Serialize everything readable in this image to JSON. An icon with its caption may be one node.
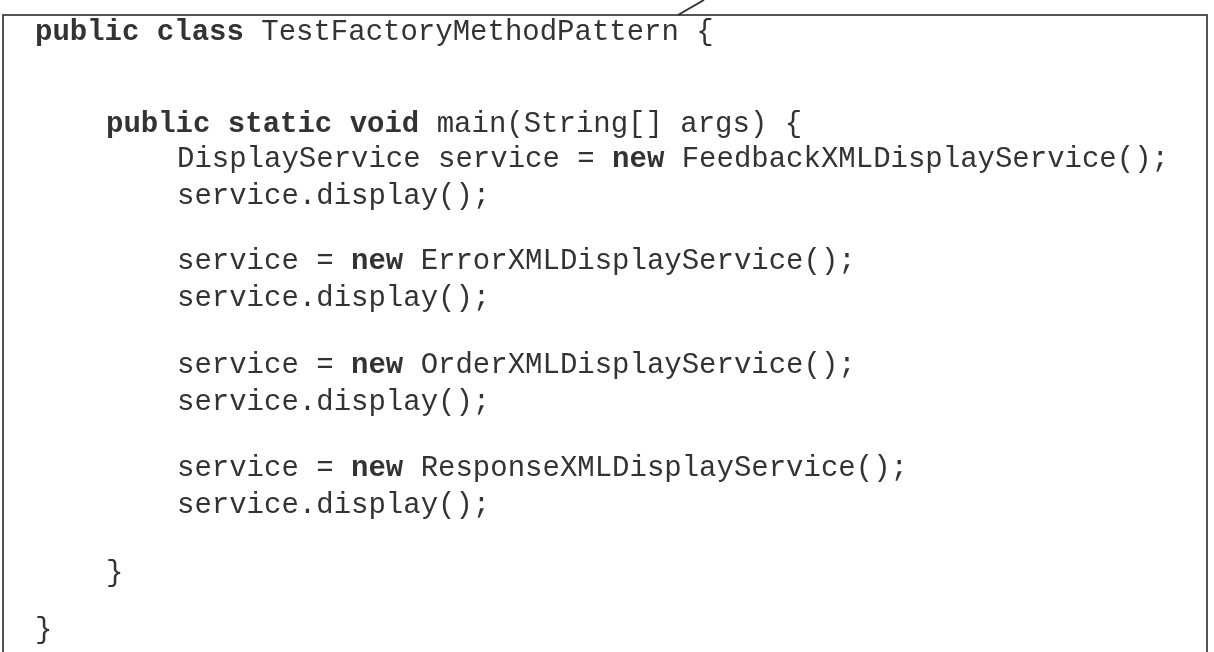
{
  "diagram": {
    "labels": [
      "**public class** TestFactoryMethodPattern {",
      "**public static void** main(String[] args) {",
      "DisplayService service = **new** FeedbackXMLDisplayService();",
      "service.display();",
      "service = **new** ErrorXMLDisplayService();",
      "service.display();",
      "service = **new** OrderXMLDisplayService();",
      "service.display();",
      "service = **new** ResponseXMLDisplayService();",
      "service.display();",
      "}",
      "}"
    ]
  }
}
